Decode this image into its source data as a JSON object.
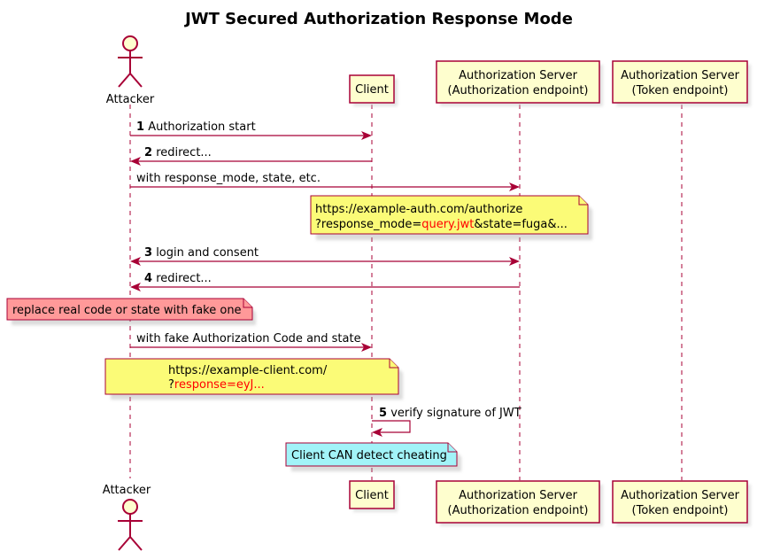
{
  "title": "JWT Secured Authorization Response Mode",
  "participants": {
    "attacker": "Attacker",
    "client": "Client",
    "as_auth": [
      "Authorization Server",
      "(Authorization endpoint)"
    ],
    "as_token": [
      "Authorization Server",
      "(Token endpoint)"
    ]
  },
  "messages": {
    "m1": {
      "num": "1",
      "text": "Authorization start"
    },
    "m2": {
      "num": "2",
      "text": "redirect..."
    },
    "m2b": {
      "text": "with response_mode, state, etc."
    },
    "m3": {
      "num": "3",
      "text": "login and consent"
    },
    "m4": {
      "num": "4",
      "text": "redirect..."
    },
    "m4b": {
      "text": "with  fake Authorization Code and state"
    },
    "m5": {
      "num": "5",
      "text": "verify signature of JWT"
    }
  },
  "notes": {
    "auth_url": {
      "line1": "https://example-auth.com/authorize",
      "line2_prefix": "?response_mode=",
      "line2_highlight": "query.jwt",
      "line2_suffix": "&state=fuga&..."
    },
    "replace": "replace real code or state with fake one",
    "client_url": {
      "line1": "https://example-client.com/",
      "line2_prefix": "?",
      "line2_highlight": "response=eyJ..."
    },
    "detect": "Client CAN detect cheating"
  },
  "colors": {
    "arrow": "#a80036",
    "participant_fill": "#fefece",
    "note_yellow": "#fbfb77",
    "note_red": "#ff9999",
    "note_cyan": "#a2f3f8",
    "highlight": "#ff0000"
  }
}
